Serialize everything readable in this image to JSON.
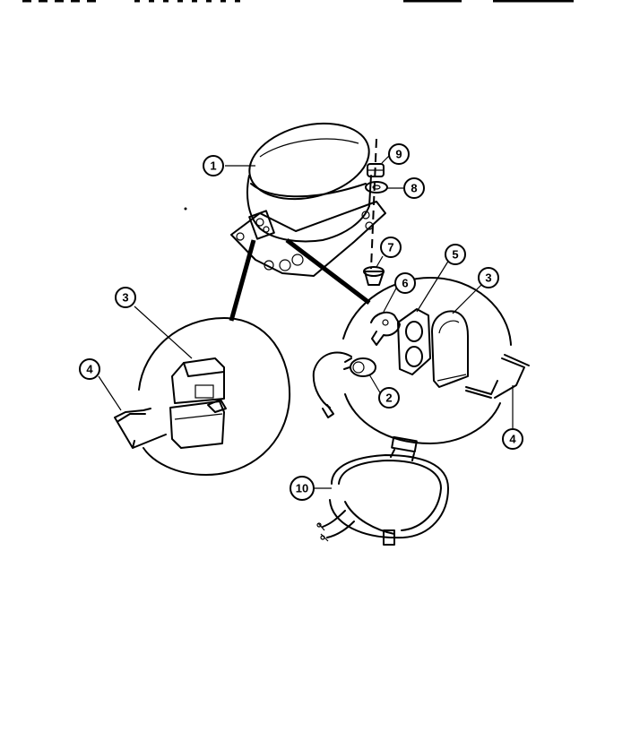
{
  "callouts": {
    "c1": "1",
    "c2": "2",
    "c3a": "3",
    "c3b": "3",
    "c4a": "4",
    "c4b": "4",
    "c5": "5",
    "c6": "6",
    "c7": "7",
    "c8": "8",
    "c9": "9",
    "c10": "10"
  }
}
